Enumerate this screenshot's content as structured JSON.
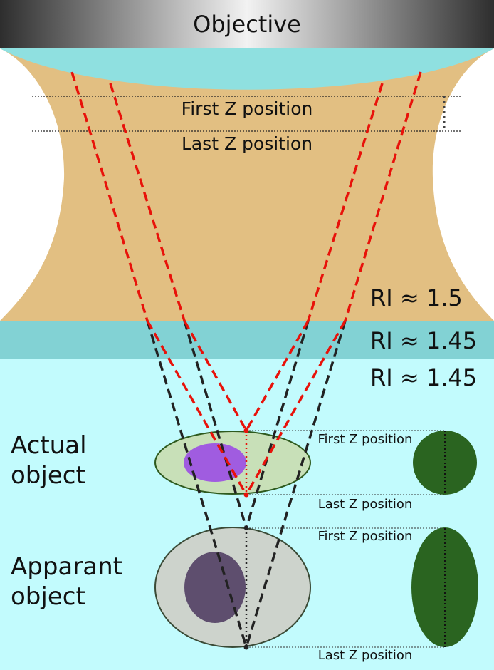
{
  "objective": {
    "label": "Objective"
  },
  "oil": {
    "first_z_label": "First Z position",
    "last_z_label": "Last Z position",
    "ri_label": "RI ≈ 1.5"
  },
  "coverslip": {
    "ri_label": "RI ≈ 1.45"
  },
  "sample": {
    "ri_label": "RI ≈ 1.45"
  },
  "actual": {
    "label_line1": "Actual",
    "label_line2": "object",
    "first_z_label": "First Z position",
    "last_z_label": "Last Z position"
  },
  "apparent": {
    "label_line1": "Apparant",
    "label_line2": "object",
    "first_z_label": "First Z position",
    "last_z_label": "Last Z position"
  },
  "colors": {
    "objective_dark": "#2e2e2e",
    "objective_light": "#f2f2f2",
    "lens": "#8fe0e0",
    "immersion_oil": "#e2bf82",
    "coverslip": "#82d2d4",
    "sample_medium": "#c2fbfd",
    "red_ray": "#e8120a",
    "black_ray": "#222222",
    "actual_object_fill": "#c8e0b8",
    "actual_object_stroke": "#2e5a1e",
    "actual_nucleus": "#a05ce0",
    "apparent_object_fill": "#cdd3cc",
    "apparent_object_stroke": "#3a4a36",
    "apparent_nucleus": "#5e4e6e",
    "side_view": "#2a6420"
  }
}
